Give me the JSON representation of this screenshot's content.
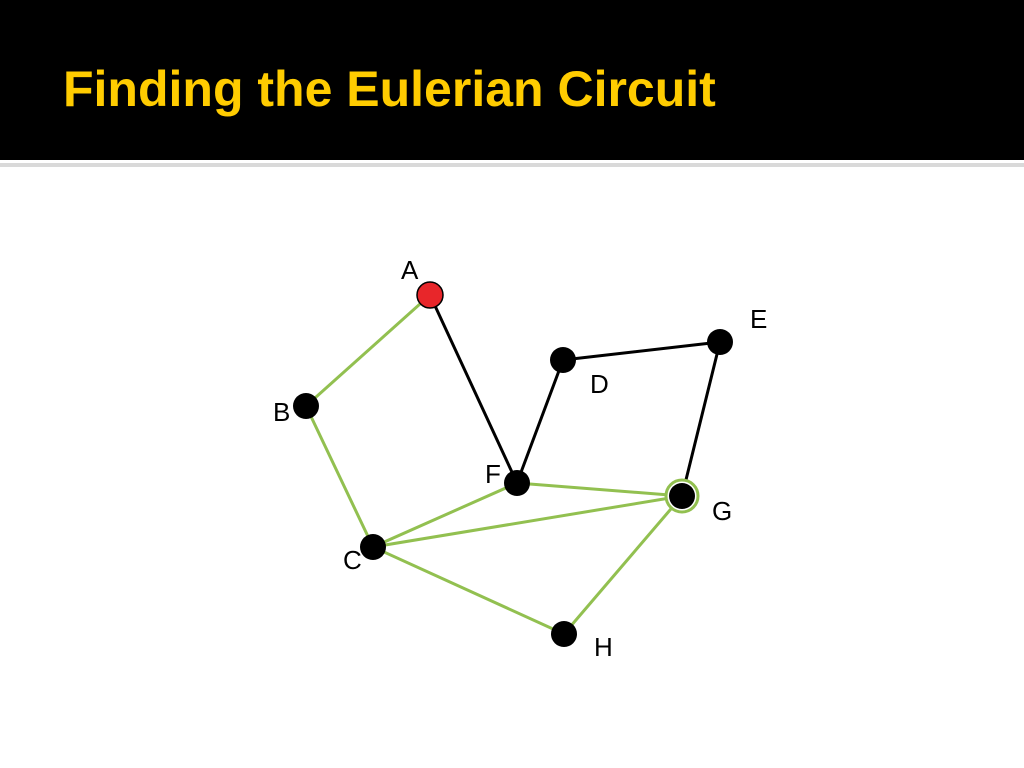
{
  "title": "Finding the Eulerian Circuit",
  "colors": {
    "title_bar": "#000000",
    "title_text": "#ffcc00",
    "traversed_edge": "#92c050",
    "untraversed_edge": "#000000",
    "start_node": "#e8262a",
    "node": "#000000",
    "current_node_ring": "#92c050"
  },
  "nodes": [
    {
      "id": "A",
      "label": "A",
      "role": "start"
    },
    {
      "id": "B",
      "label": "B",
      "role": "normal"
    },
    {
      "id": "C",
      "label": "C",
      "role": "normal"
    },
    {
      "id": "D",
      "label": "D",
      "role": "normal"
    },
    {
      "id": "E",
      "label": "E",
      "role": "normal"
    },
    {
      "id": "F",
      "label": "F",
      "role": "normal"
    },
    {
      "id": "G",
      "label": "G",
      "role": "current"
    },
    {
      "id": "H",
      "label": "H",
      "role": "normal"
    }
  ],
  "edges": [
    {
      "from": "A",
      "to": "B",
      "state": "traversed"
    },
    {
      "from": "B",
      "to": "C",
      "state": "traversed"
    },
    {
      "from": "C",
      "to": "F",
      "state": "traversed"
    },
    {
      "from": "C",
      "to": "G",
      "state": "traversed"
    },
    {
      "from": "C",
      "to": "H",
      "state": "traversed"
    },
    {
      "from": "F",
      "to": "G",
      "state": "traversed"
    },
    {
      "from": "H",
      "to": "G",
      "state": "traversed"
    },
    {
      "from": "A",
      "to": "F",
      "state": "untraversed"
    },
    {
      "from": "F",
      "to": "D",
      "state": "untraversed"
    },
    {
      "from": "D",
      "to": "E",
      "state": "untraversed"
    },
    {
      "from": "E",
      "to": "G",
      "state": "untraversed"
    }
  ]
}
